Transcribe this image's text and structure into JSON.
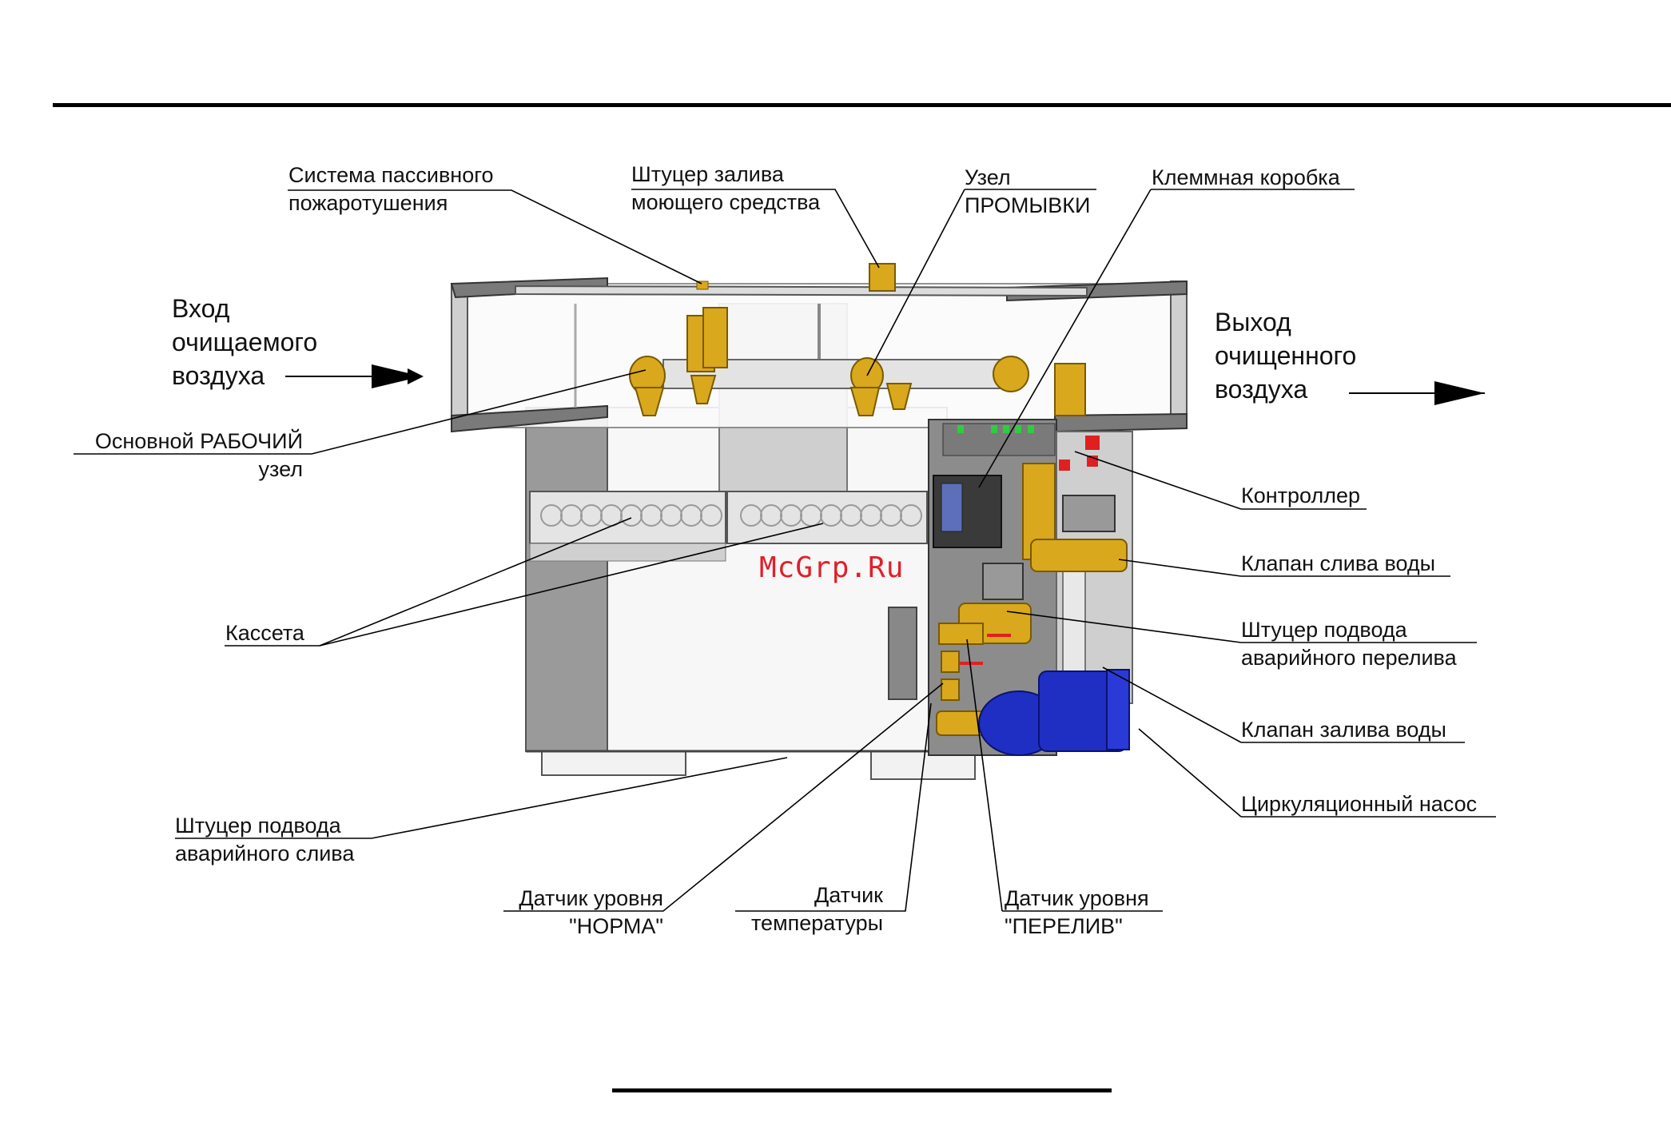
{
  "labels": {
    "passive_fire": [
      "Система пассивного",
      "пожаротушения"
    ],
    "detergent_fitting": [
      "Штуцер залива",
      "моющего средства"
    ],
    "flush_unit": [
      "Узел",
      "ПРОМЫВКИ"
    ],
    "terminal_box": "Клеммная коробка",
    "inlet_air": [
      "Вход",
      "очищаемого",
      "воздуха"
    ],
    "outlet_air": [
      "Выход",
      "очищенного",
      "воздуха"
    ],
    "main_unit": [
      "Основной РАБОЧИЙ",
      "узел"
    ],
    "controller": "Контроллер",
    "drain_valve": "Клапан слива воды",
    "overflow_fitting": [
      "Штуцер подвода",
      "аварийного перелива"
    ],
    "cassette": "Кассета",
    "fill_valve": "Клапан залива воды",
    "circ_pump": "Циркуляционный насос",
    "emergency_drain": [
      "Штуцер подвода",
      "аварийного слива"
    ],
    "sensor_norm": [
      "Датчик уровня",
      "\"НОРМА\""
    ],
    "sensor_temp": [
      "Датчик",
      "температуры"
    ],
    "sensor_overflow": [
      "Датчик уровня",
      "\"ПЕРЕЛИВ\""
    ]
  },
  "watermark": "McGrp.Ru",
  "colors": {
    "brass": "#d9a81c",
    "pump": "#1f2fc4",
    "frame": "#6e6e6e",
    "panel": "#8c8c8c",
    "glass": "#eeeeee",
    "pipe": "#e3e3e3",
    "led": "#2ecc40",
    "valve_red": "#e02020"
  }
}
